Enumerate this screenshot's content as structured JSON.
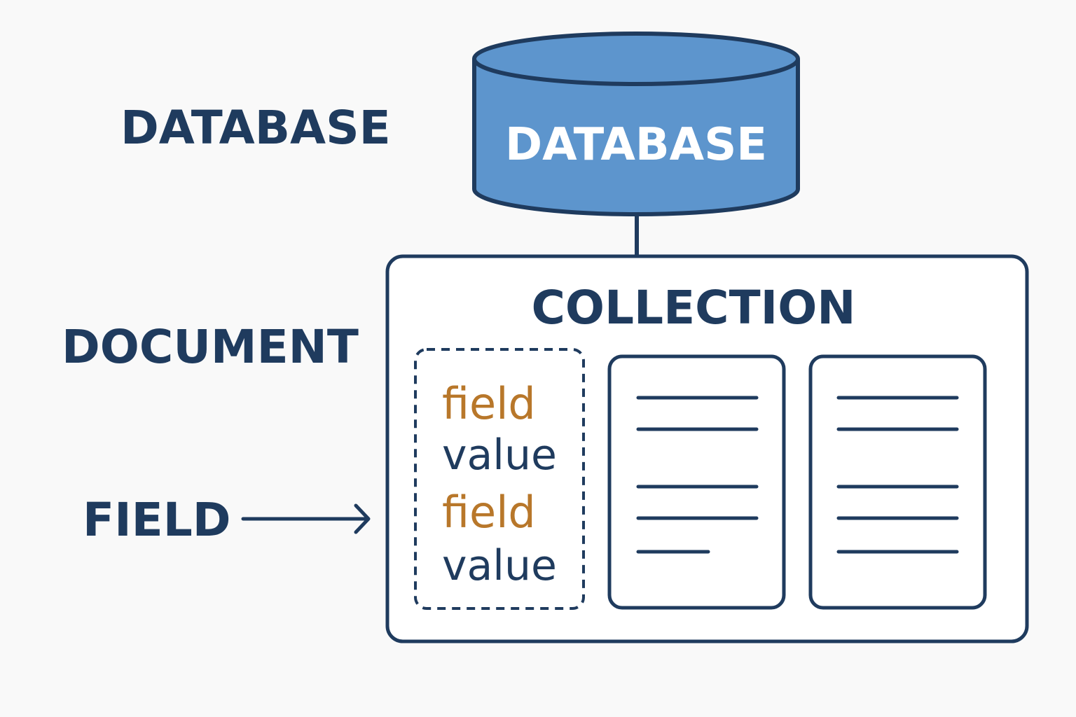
{
  "labels": {
    "database": "DATABASE",
    "document": "DOCUMENT",
    "field": "FIELD"
  },
  "database_cylinder": {
    "label": "DATABASE"
  },
  "collection": {
    "title": "COLLECTION"
  },
  "highlighted_document": {
    "rows": [
      {
        "field": "field",
        "value": "value"
      },
      {
        "field": "field",
        "value": "value"
      }
    ]
  },
  "colors": {
    "ink": "#1f3b5e",
    "cylinder_fill": "#5d95cd",
    "field_text": "#b8772a",
    "background": "#f9f9f9",
    "card_fill": "#ffffff"
  },
  "icons": {
    "document_lines": "text-lines-icon",
    "arrow": "right-arrow-icon"
  }
}
